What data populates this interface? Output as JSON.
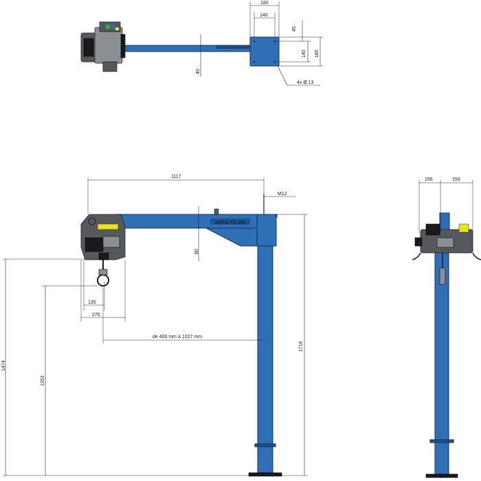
{
  "top_view": {
    "dim_180_width": "180",
    "dim_140_width": "140",
    "dim_45": "45",
    "dim_140_height": "140",
    "dim_180_height": "180",
    "dim_40": "40",
    "holes": "4x Ø 13"
  },
  "side_view": {
    "dim_1117": "1117",
    "dim_m12": "M12",
    "dim_80": "80",
    "dim_135": "135",
    "dim_276": "276",
    "reach": "de 400 mm à 1027 mm",
    "dim_1716": "1716",
    "dim_1474": "1474",
    "dim_1253": "1253",
    "boom_label": "AERO-TE 250"
  },
  "front_view": {
    "dim_156": "156",
    "dim_193": "193"
  },
  "colors": {
    "steel_blue": "#2f6fb6",
    "dark_blue": "#1f558f",
    "mechanism_grey": "#55595e",
    "accent_yellow": "#e8e41a",
    "accent_green": "#2fb04a"
  }
}
